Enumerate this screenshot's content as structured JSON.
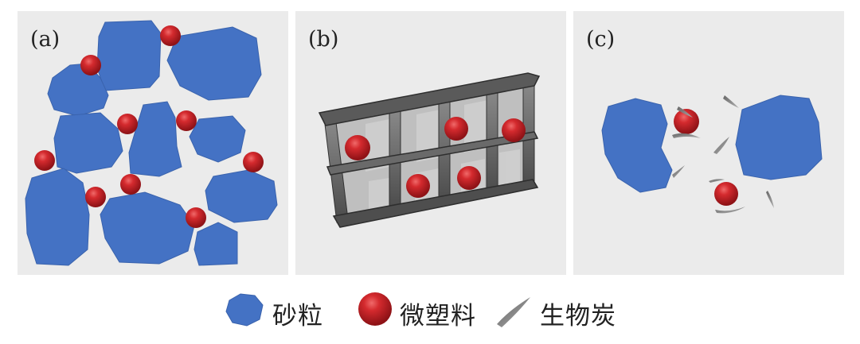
{
  "panels": {
    "a": {
      "label": "(a)"
    },
    "b": {
      "label": "(b)"
    },
    "c": {
      "label": "(c)"
    }
  },
  "legend": [
    {
      "icon": "sand-grain-icon",
      "label": "砂粒"
    },
    {
      "icon": "microplastic-icon",
      "label": "微塑料"
    },
    {
      "icon": "biochar-icon",
      "label": "生物炭"
    }
  ],
  "colors": {
    "sand": "#4472c4",
    "sand_edge": "#3a63ad",
    "microplastic": "#c01f24",
    "panel_bg": "#ebebeb",
    "frame": "#555555",
    "biochar": "#8a8a8a"
  }
}
